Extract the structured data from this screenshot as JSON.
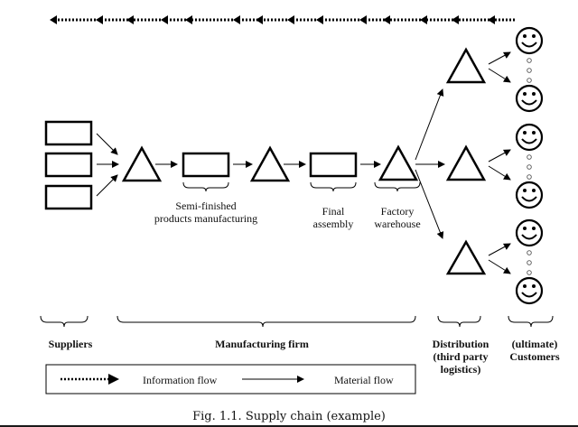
{
  "diagram": {
    "type": "supply-chain",
    "nodes": {
      "suppliers": 3,
      "customers": 6
    },
    "stage_labels": {
      "semi_finished": [
        "Semi-finished",
        "products manufacturing"
      ],
      "final_assembly": [
        "Final",
        "assembly"
      ],
      "factory_warehouse": [
        "Factory",
        "warehouse"
      ]
    },
    "group_labels": {
      "suppliers": "Suppliers",
      "manufacturing": "Manufacturing firm",
      "distribution": [
        "Distribution",
        "(third party",
        "logistics)"
      ],
      "customers": [
        "(ultimate)",
        "Customers"
      ]
    },
    "legend": {
      "information_flow": "Information flow",
      "material_flow": "Material flow"
    },
    "caption_prefix": "Fig. 1.1.",
    "caption_text": " Supply chain (example)",
    "colors": {
      "stroke": "#000000",
      "background": "#ffffff"
    }
  }
}
